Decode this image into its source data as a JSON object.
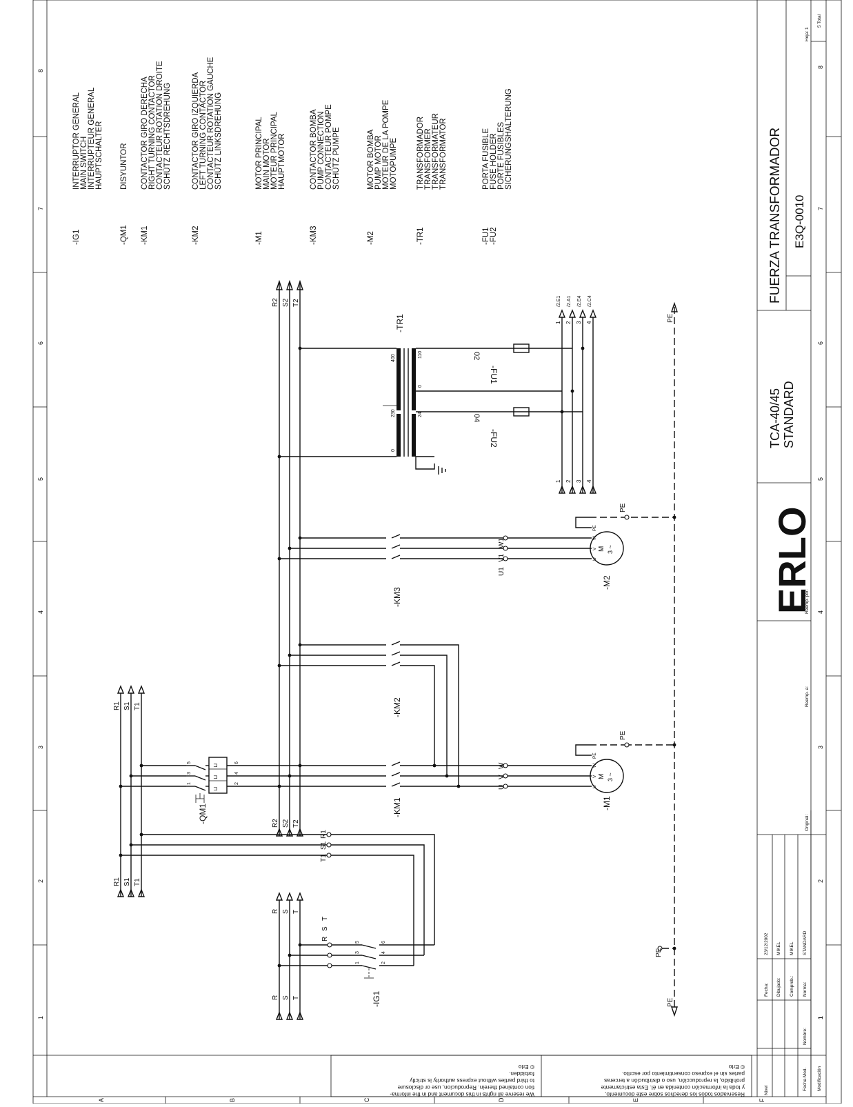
{
  "grid": {
    "columns": [
      "1",
      "2",
      "3",
      "4",
      "5",
      "6",
      "7",
      "8"
    ],
    "rows": [
      "A",
      "B",
      "C",
      "D",
      "E",
      "F"
    ]
  },
  "legend": [
    {
      "code": "-IG1",
      "lines": [
        "INTERRUPTOR GENERAL",
        "MAIN SWITCH",
        "INTERRUPTEUR GENERAL",
        "HAUPTSCHALTER"
      ]
    },
    {
      "code": "-QM1",
      "lines": [
        "DISYUNTOR"
      ]
    },
    {
      "code": "-KM1",
      "lines": [
        "CONTACTOR GIRO DERECHA",
        "RIGHT TURNING CONTACTOR",
        "CONTACTEUR ROTATION DROITE",
        "SCHÜTZ RECHTSDREHUNG"
      ]
    },
    {
      "code": "-KM2",
      "lines": [
        "CONTACTOR GIRO IZQUIERDA",
        "LEFT TURNING CONTACTOR",
        "CONTACTEUR ROTATION GAUCHE",
        "SCHÜTZ LINKSDREHUNG"
      ]
    },
    {
      "code": "-M1",
      "lines": [
        "MOTOR PRINCIPAL",
        "MAIN MOTOR",
        "MOTEUR PRINCIPAL",
        "HAUPTMOTOR"
      ]
    },
    {
      "code": "-KM3",
      "lines": [
        "CONTACTOR BOMBA",
        "PUMP CONNECTION",
        "CONTACTEUR POMPE",
        "SCHÜTZ PUMPE"
      ]
    },
    {
      "code": "-M2",
      "lines": [
        "MOTOR BOMBA",
        "PUMP MOTOR",
        "MOTEUR DE LA POMPE",
        "MOTOPUMPE"
      ]
    },
    {
      "code": "-TR1",
      "lines": [
        "TRANSFORMADOR",
        "TRANSFORMER",
        "TRANSFORMATEUR",
        "TRANSFORMATOR"
      ]
    },
    {
      "code": "-FU1",
      "code2": "-FU2",
      "lines": [
        "PORTA FUSIBLE",
        "FUSE HOLDER",
        "PORTE FUSIBLES",
        "SICHERUNGSHALTERUNG"
      ]
    }
  ],
  "title_block": {
    "title": "FUERZA TRANSFORMADOR",
    "drawing_no": "E3Q-0010",
    "model": "TCA-40/45",
    "variant": "STANDARD",
    "brand": "ERLO",
    "sheet": "Hoja: 1",
    "total": "5 Total",
    "fields": [
      {
        "label": "Fecha:",
        "value": "23/12/2002"
      },
      {
        "label": "Dibujado:",
        "value": "MIKEL"
      },
      {
        "label": "Comprob.:",
        "value": "MIKEL"
      },
      {
        "label": "Norma:",
        "value": "STANDARD"
      }
    ],
    "labels": {
      "nombre": "Nombre:",
      "fecha_mod": "Fecha Mod.",
      "modificacion": "Modificación",
      "nivel": "Nivel",
      "original": "Original:",
      "reemp_a": "Reemp. a:",
      "reemp_por": "Reemp. por:"
    }
  },
  "copyright": {
    "english": [
      "We reserve all rights in this document and in the informa-",
      "tion contained therein. Reproducion, use or disclosure",
      "to third parties without express authority is strictly",
      "forbidden.",
      "© Erlo"
    ],
    "spanish": [
      "Reservados todos los derechos sobre este documento,",
      "y toda la información contenida en él. Esta estrictamente",
      "prohibido, la reproducción, uso o distribución a terceras",
      "partes sin el expreso consentimiento por escrito.",
      "© Erlo"
    ]
  },
  "diagram": {
    "components": {
      "ig1": "-IG1",
      "qm1": "-QM1",
      "km1": "-KM1",
      "km2": "-KM2",
      "km3": "-KM3",
      "m1": "-M1",
      "m2": "-M2",
      "tr1": "-TR1",
      "fu1": "-FU1",
      "fu2": "-FU2"
    },
    "wires": {
      "rst": [
        "R",
        "S",
        "T"
      ],
      "rst1": [
        "R1",
        "S1",
        "T1"
      ],
      "rst2": [
        "R2",
        "S2",
        "T2"
      ],
      "pe": "PE",
      "uvw": [
        "U",
        "V",
        "W"
      ],
      "uvw1": [
        "U1",
        "V1",
        "W1"
      ],
      "motor": [
        "M",
        "3 ~"
      ]
    },
    "terminals": {
      "pins_top": [
        "1",
        "3",
        "5"
      ],
      "pins_bot": [
        "2",
        "4",
        "6"
      ],
      "tr_primary": [
        "0",
        "230",
        "400"
      ],
      "tr_secondary": [
        "24",
        "0",
        "110"
      ],
      "fuse_out": [
        "02",
        "04"
      ],
      "outputs": [
        "1",
        "2",
        "3",
        "4"
      ],
      "refs": [
        "/2.E1",
        "/2.A1",
        "/2.E4",
        "/2.C4"
      ]
    }
  }
}
